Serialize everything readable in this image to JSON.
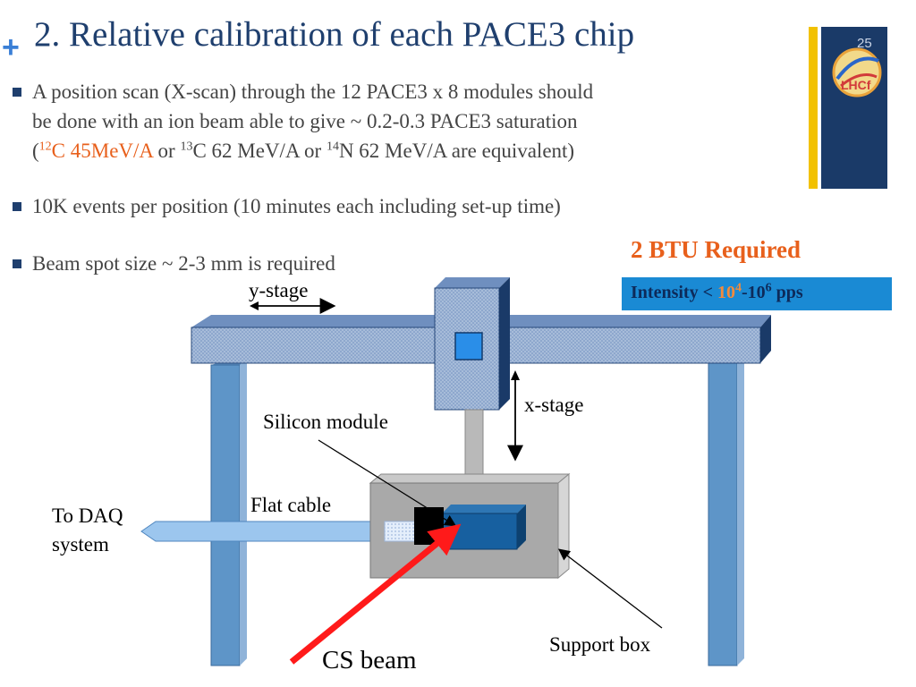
{
  "header": {
    "plus": "+",
    "title": "2. Relative calibration of each PACE3 chip",
    "slide_number": "25"
  },
  "logo": {
    "text": "LHCf",
    "icon": "lhcf-logo"
  },
  "bullets": [
    {
      "pre": "A position scan (X-scan) through the 12 PACE3 x 8 modules should",
      "line2": "be done with an ion beam able to give ~ 0.2-0.3 PACE3 saturation",
      "line3_open": "(",
      "sup1": "12",
      "ion1": "C 45MeV/A",
      "or1": " or ",
      "sup2": "13",
      "ion2": "C 62 MeV/A or ",
      "sup3": "14",
      "ion3": "N 62 MeV/A are equivalent)"
    },
    {
      "text": "10K events per position (10 minutes each including set-up time)"
    },
    {
      "text": "Beam spot size ~ 2-3 mm is required"
    }
  ],
  "requirement": {
    "title": "2 BTU Required",
    "intensity_pre": "Intensity < ",
    "intensity_base1": "10",
    "intensity_exp1": "4",
    "intensity_mid": "-10",
    "intensity_exp2": "6",
    "intensity_post": " pps"
  },
  "diagram": {
    "y_stage": "y-stage",
    "x_stage": "x-stage",
    "silicon_module": "Silicon module",
    "flat_cable": "Flat cable",
    "to_daq_line1": "To DAQ",
    "to_daq_line2": "system",
    "support_box": "Support box",
    "cs_beam": "CS beam"
  },
  "colors": {
    "title": "#1f3f6e",
    "accent_orange": "#e8601c",
    "logo_panel": "#1a3a68",
    "logo_bar": "#f2c100",
    "intensity_box": "#1a8ad4",
    "beam": "#ff1a1a"
  }
}
